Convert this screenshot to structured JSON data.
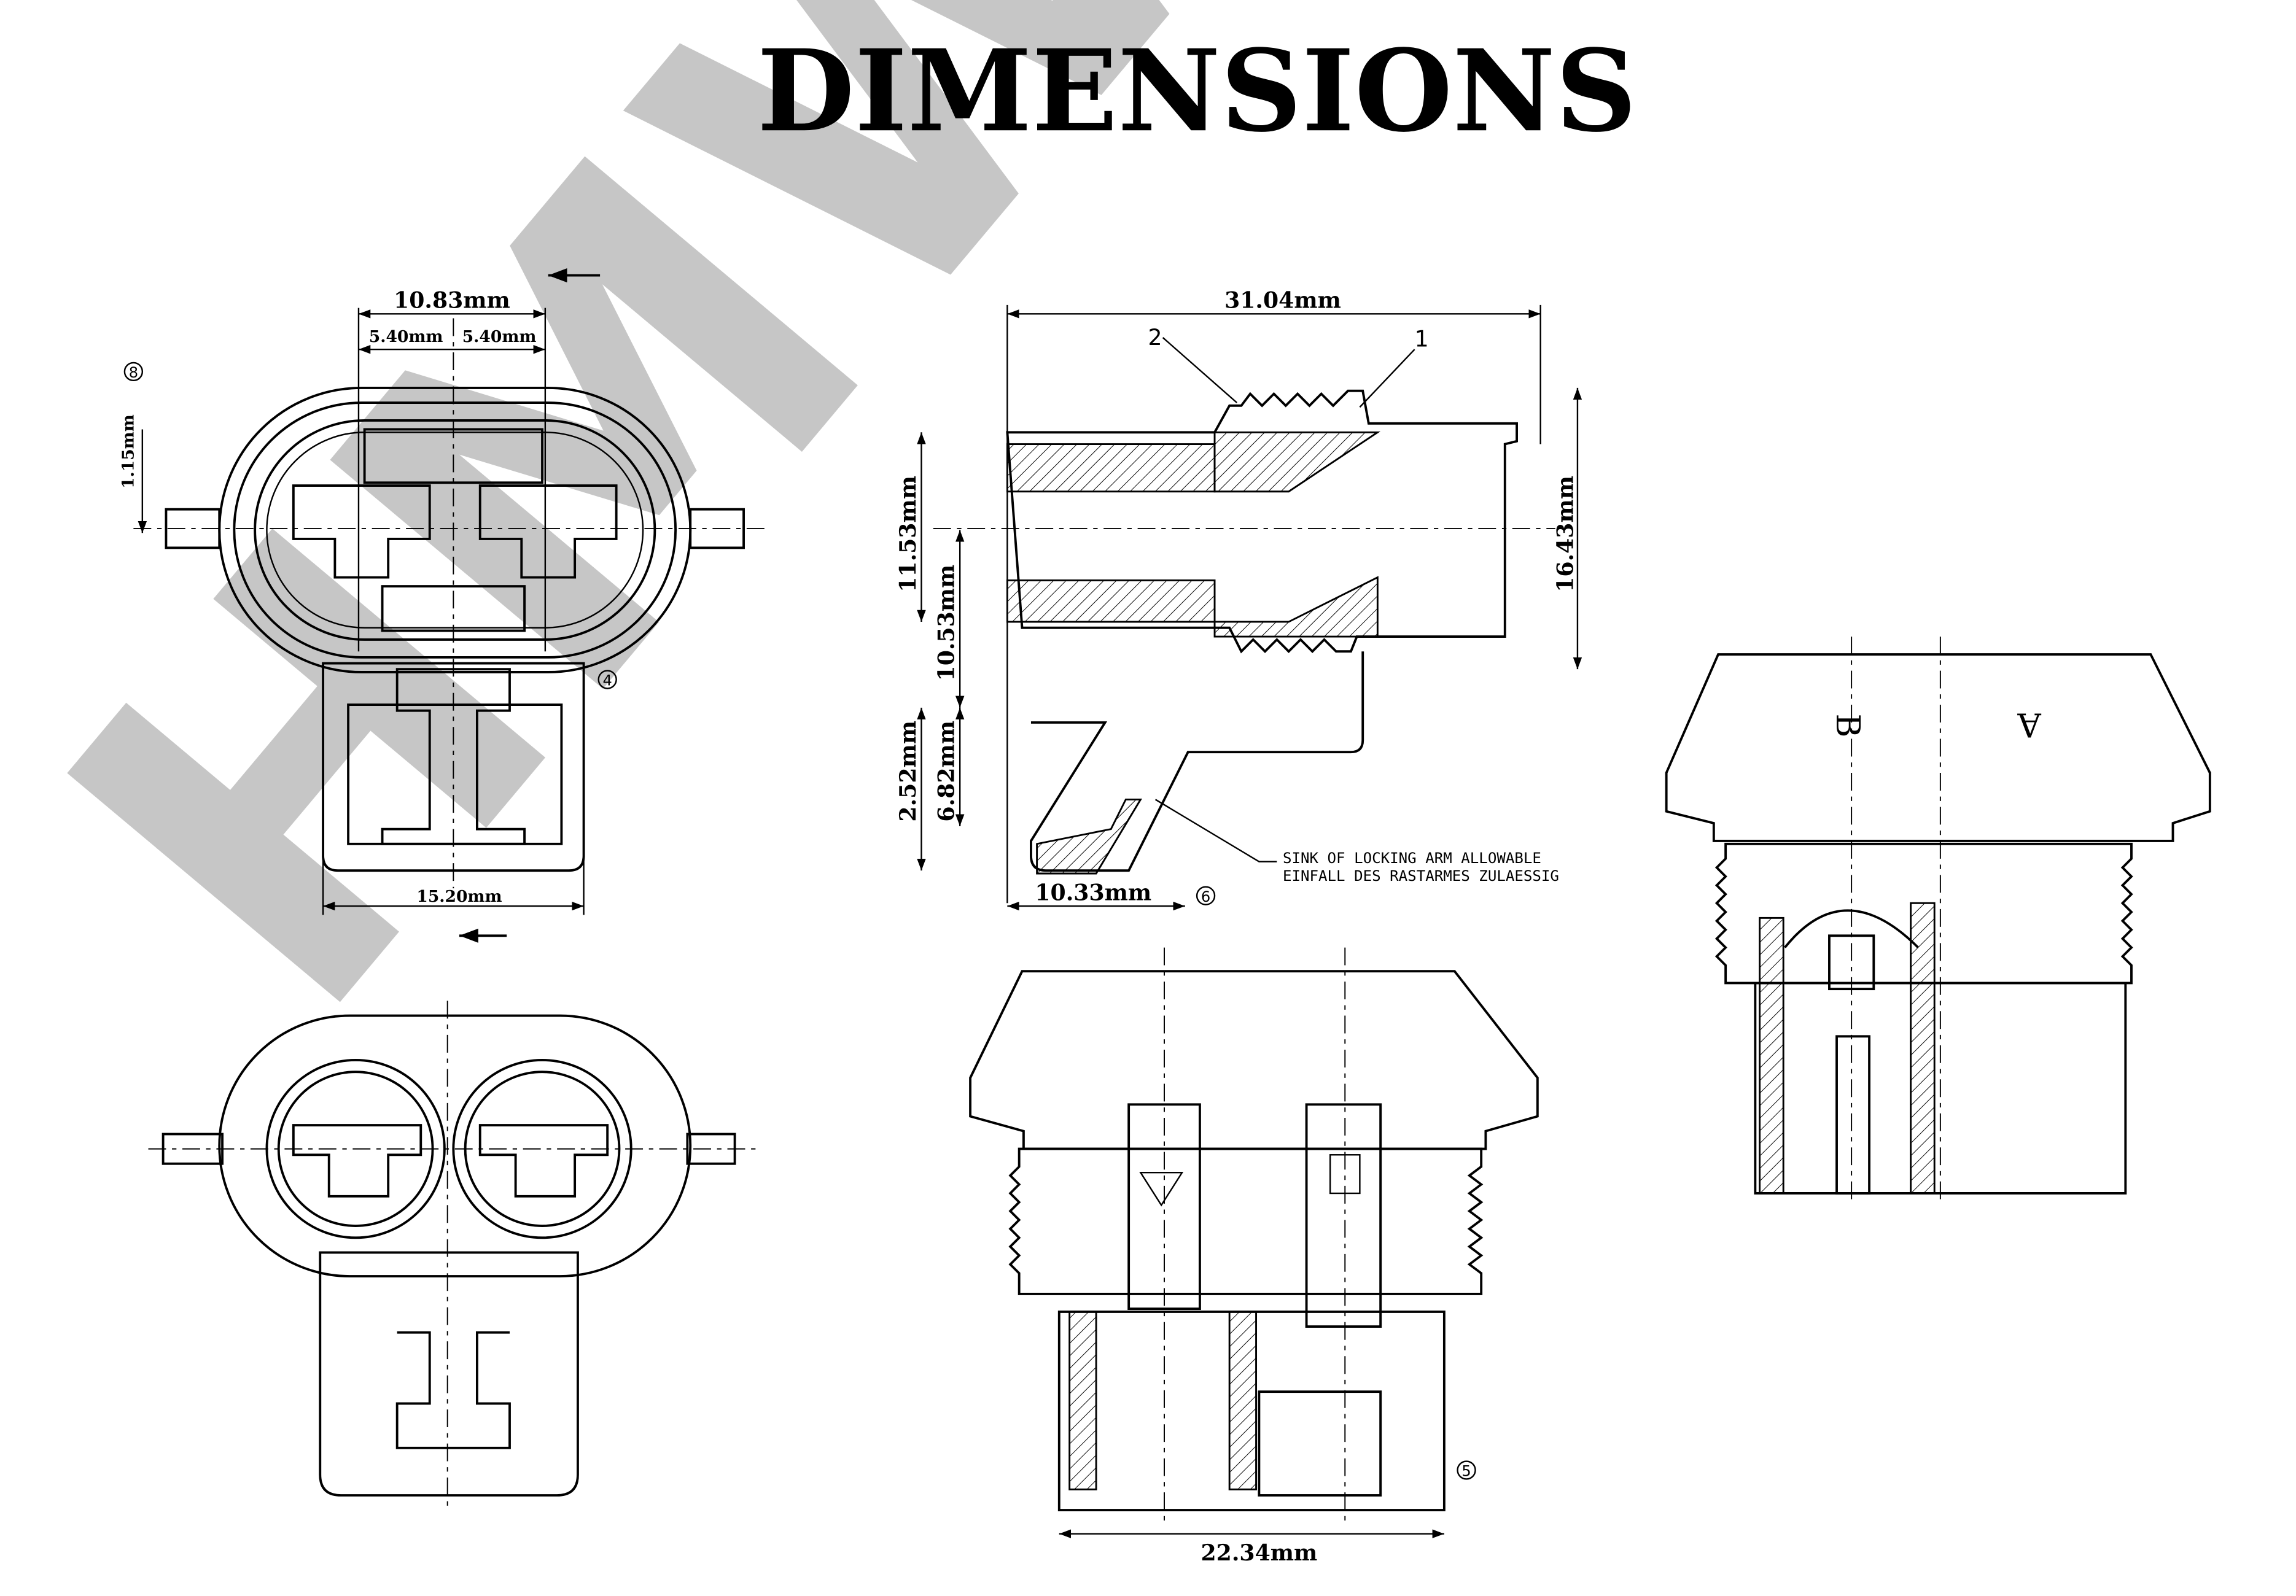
{
  "title": "DIMENSIONS",
  "watermark": "HMWS",
  "dimensions": {
    "front_width": "10.83mm",
    "pin_pitch_left": "5.40mm",
    "pin_pitch_right": "5.40mm",
    "offset": "1.15mm",
    "latch_width": "15.20mm",
    "side_length": "31.04mm",
    "side_height_a": "11.53mm",
    "side_height_b": "10.53mm",
    "side_height_total": "16.43mm",
    "arm_height_a": "2.52mm",
    "arm_height_b": "6.82mm",
    "arm_length": "10.33mm",
    "bottom_width": "22.34mm"
  },
  "callouts": {
    "c1": "1",
    "c2": "2",
    "c4": "4",
    "c5": "5",
    "c6": "6",
    "c8": "8"
  },
  "note": {
    "line1": "SINK OF LOCKING ARM ALLOWABLE",
    "line2": "EINFALL DES RASTARMES ZULAESSIG"
  },
  "cavity_labels": {
    "b": "B",
    "a": "A"
  }
}
